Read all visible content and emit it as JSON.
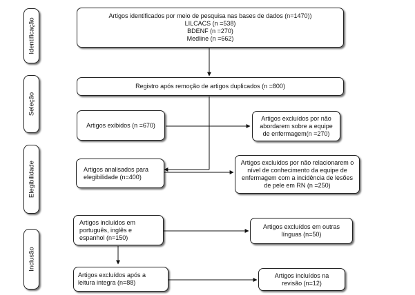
{
  "stages": {
    "identificacao": "Identificação",
    "selecao": "Seleção",
    "elegibilidade": "Elegibilidade",
    "inclusao": "Inclusão"
  },
  "boxes": {
    "identified": {
      "lines": [
        "Artigos  identificados por meio de pesquisa nas bases de dados (n=1470))",
        "LILCACS (n =538)",
        "BDENF (n =270)",
        "Medline (n =662)"
      ]
    },
    "after_duplicates": {
      "lines": [
        "Registro após remoção de artigos duplicados (n =800)"
      ]
    },
    "displayed": {
      "lines": [
        "Artigos exibidos (n =670)"
      ]
    },
    "excluded_no_team": {
      "lines": [
        "Artigos excluídos por não",
        "abordarem sobre a equipe",
        "de enfermagem(n =270)"
      ]
    },
    "analyzed": {
      "lines": [
        "Artigos analisados para",
        "elegibilidade (n=400)"
      ]
    },
    "excluded_no_relation": {
      "lines": [
        "Artigos excluídos por não relacionarem o",
        "nível de conhecimento da equipe de",
        "enfermagem com a incidência de lesões",
        "de pele em RN (n =250)"
      ]
    },
    "included_languages": {
      "lines": [
        "Artigos  incluídos em",
        "português, inglês e",
        "espanhol (n=150)"
      ]
    },
    "excluded_languages": {
      "lines": [
        "Artigos excluídos em outras",
        "línguas (n=50)"
      ]
    },
    "excluded_full_read": {
      "lines": [
        "Artigos excluídos após a",
        "leitura integra (n=88)"
      ]
    },
    "included_review": {
      "lines": [
        "Artigos incluídos na",
        "revisão (n=12)"
      ]
    }
  }
}
